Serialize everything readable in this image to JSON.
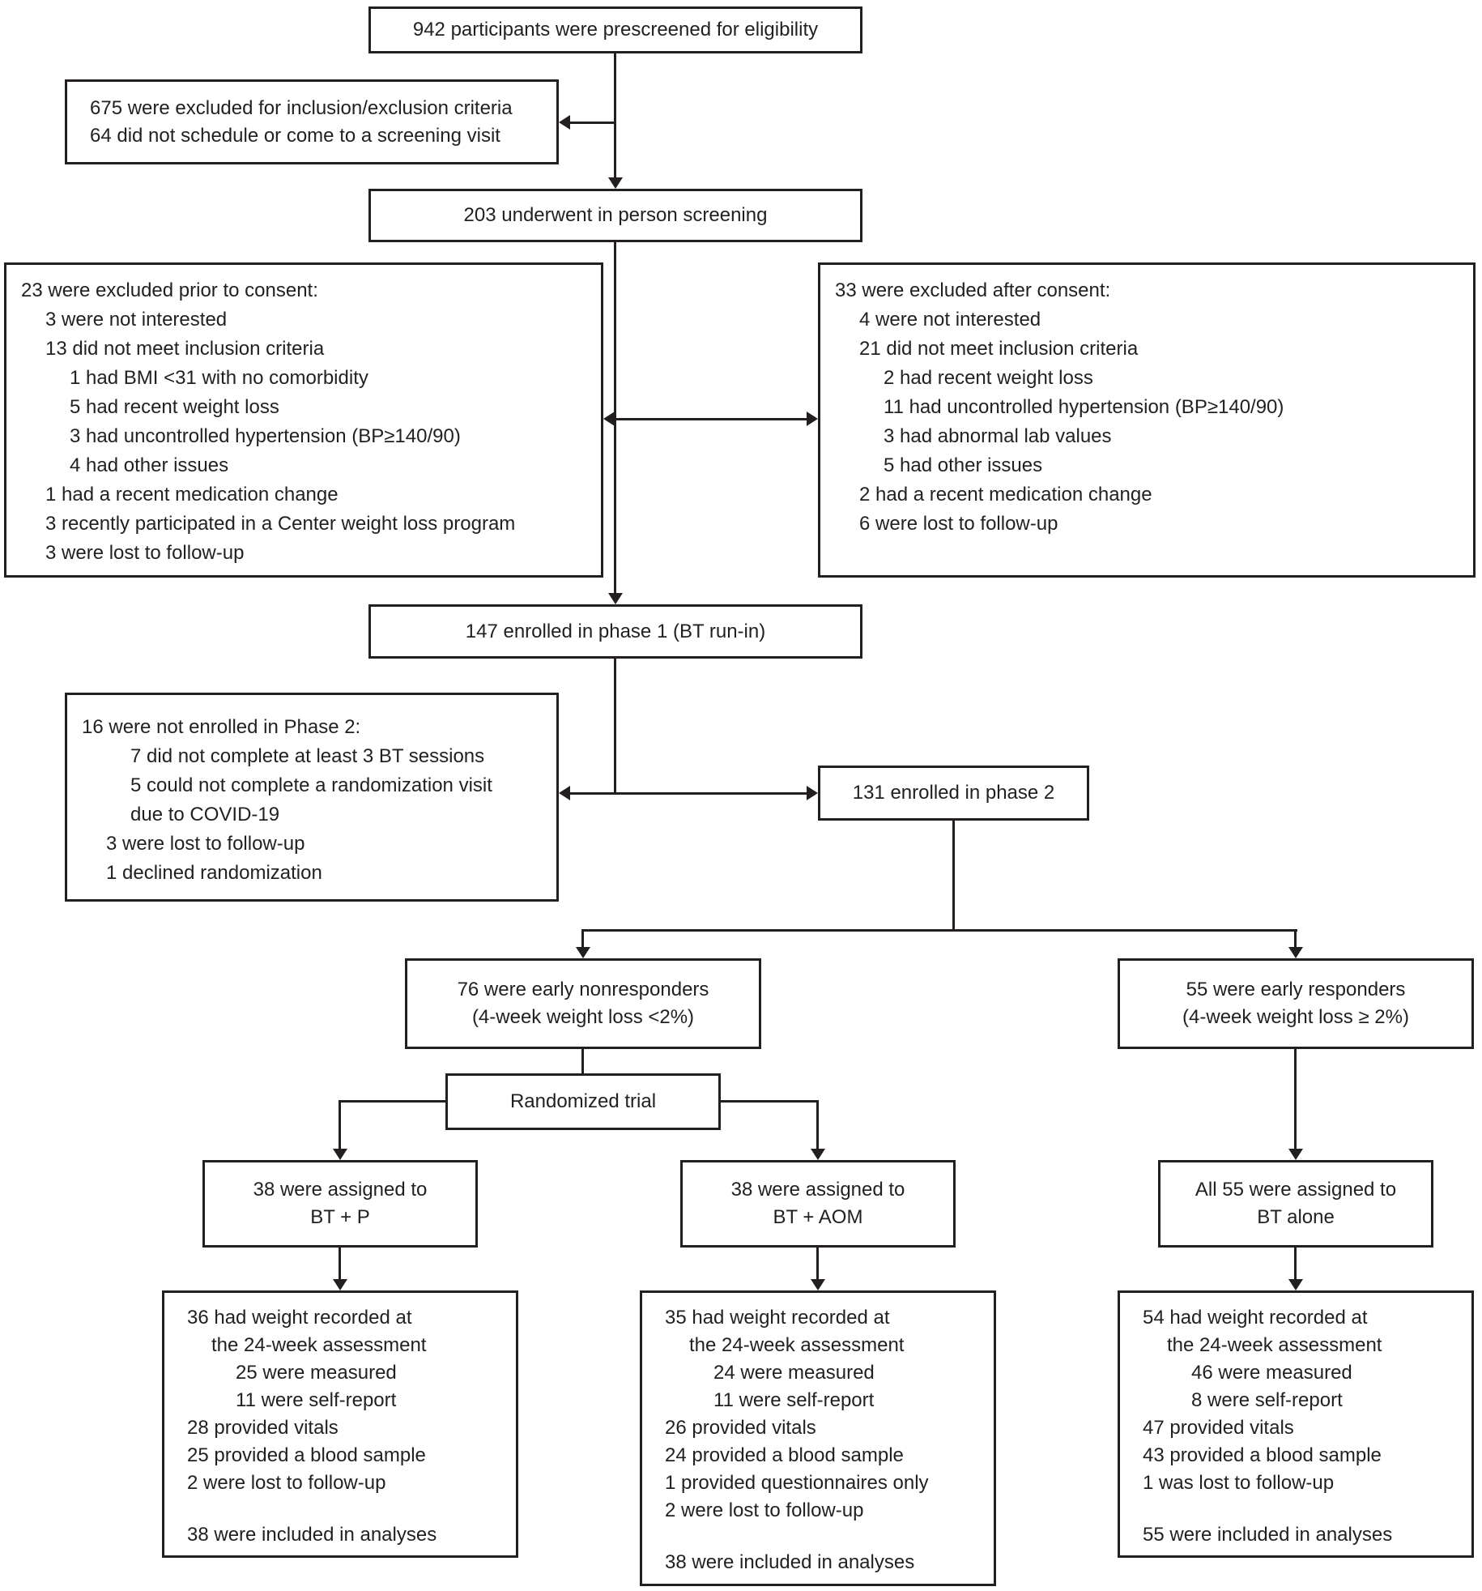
{
  "colors": {
    "ink": "#231f20",
    "background": "#ffffff"
  },
  "boxes": {
    "prescreened": {
      "text": "942 participants were prescreened for eligibility"
    },
    "prescreen_excluded": {
      "lines": [
        "675 were excluded for inclusion/exclusion criteria",
        "64 did not schedule or come to a screening visit"
      ]
    },
    "in_person_screening": {
      "text": "203 underwent in person screening"
    },
    "excluded_prior_consent": {
      "items": [
        {
          "t": "23 were excluded prior to consent:",
          "ind": 0
        },
        {
          "t": "3 were not interested",
          "ind": 1
        },
        {
          "t": "13 did not meet inclusion criteria",
          "ind": 1
        },
        {
          "t": "1 had BMI <31 with no comorbidity",
          "ind": 2
        },
        {
          "t": "5 had recent weight loss",
          "ind": 2
        },
        {
          "t": "3 had uncontrolled hypertension (BP≥140/90)",
          "ind": 2
        },
        {
          "t": "4 had other issues",
          "ind": 2
        },
        {
          "t": "1 had a recent medication change",
          "ind": 1
        },
        {
          "t": "3 recently participated in a Center weight loss program",
          "ind": 1
        },
        {
          "t": "3 were lost to follow-up",
          "ind": 1
        }
      ]
    },
    "excluded_after_consent": {
      "items": [
        {
          "t": "33 were excluded after consent:",
          "ind": 0
        },
        {
          "t": "4 were not interested",
          "ind": 1
        },
        {
          "t": "21 did not meet inclusion criteria",
          "ind": 1
        },
        {
          "t": "2 had recent weight loss",
          "ind": 2
        },
        {
          "t": "11 had uncontrolled hypertension (BP≥140/90)",
          "ind": 2
        },
        {
          "t": "3 had abnormal lab values",
          "ind": 2
        },
        {
          "t": "5 had other issues",
          "ind": 2
        },
        {
          "t": "2 had a recent medication change",
          "ind": 1
        },
        {
          "t": "6 were lost to follow-up",
          "ind": 1
        }
      ]
    },
    "phase1": {
      "text": "147 enrolled in phase 1 (BT run-in)"
    },
    "not_enrolled_phase2": {
      "items": [
        {
          "t": "16 were not enrolled in Phase 2:",
          "ind": 0
        },
        {
          "t": "7 did not complete at least 3 BT sessions",
          "ind": 2
        },
        {
          "t": "5 could not complete a randomization visit",
          "ind": 2
        },
        {
          "t": "due to COVID-19",
          "ind": 2
        },
        {
          "t": "3 were lost to follow-up",
          "ind": 1
        },
        {
          "t": "1 declined randomization",
          "ind": 1
        }
      ]
    },
    "phase2": {
      "text": "131 enrolled in phase 2"
    },
    "nonresponders": {
      "line1": "76 were early nonresponders",
      "line2": "(4-week weight loss <2%)"
    },
    "responders": {
      "line1": "55 were early responders",
      "line2": "(4-week weight loss ≥ 2%)"
    },
    "randomized": {
      "text": "Randomized trial"
    },
    "assigned_btp": {
      "line1": "38 were assigned to",
      "line2": "BT + P"
    },
    "assigned_btaom": {
      "line1": "38 were assigned to",
      "line2": "BT + AOM"
    },
    "assigned_btalone": {
      "line1": "All 55 were assigned to",
      "line2": "BT alone"
    },
    "outcome_btp": {
      "items": [
        {
          "t": "36 had weight recorded at",
          "ind": 0
        },
        {
          "t": "the 24-week assessment",
          "ind": 1
        },
        {
          "t": "25 were measured",
          "ind": 2
        },
        {
          "t": "11 were self-report",
          "ind": 2
        },
        {
          "t": "28 provided vitals",
          "ind": 0
        },
        {
          "t": "25 provided a blood sample",
          "ind": 0
        },
        {
          "t": "2 were lost to follow-up",
          "ind": 0
        }
      ],
      "summary": "38 were included in analyses"
    },
    "outcome_btaom": {
      "items": [
        {
          "t": "35 had weight recorded at",
          "ind": 0
        },
        {
          "t": "the 24-week assessment",
          "ind": 1
        },
        {
          "t": "24 were measured",
          "ind": 2
        },
        {
          "t": "11 were self-report",
          "ind": 2
        },
        {
          "t": "26 provided vitals",
          "ind": 0
        },
        {
          "t": "24 provided a blood sample",
          "ind": 0
        },
        {
          "t": "1 provided questionnaires only",
          "ind": 0
        },
        {
          "t": "2 were lost to follow-up",
          "ind": 0
        }
      ],
      "summary": "38 were included in analyses"
    },
    "outcome_btalone": {
      "items": [
        {
          "t": "54 had weight recorded at",
          "ind": 0
        },
        {
          "t": "the 24-week assessment",
          "ind": 1
        },
        {
          "t": "46 were measured",
          "ind": 2
        },
        {
          "t": "8 were self-report",
          "ind": 2
        },
        {
          "t": "47 provided vitals",
          "ind": 0
        },
        {
          "t": "43 provided a blood sample",
          "ind": 0
        },
        {
          "t": "1 was lost to follow-up",
          "ind": 0
        }
      ],
      "summary": "55 were included in analyses"
    }
  }
}
